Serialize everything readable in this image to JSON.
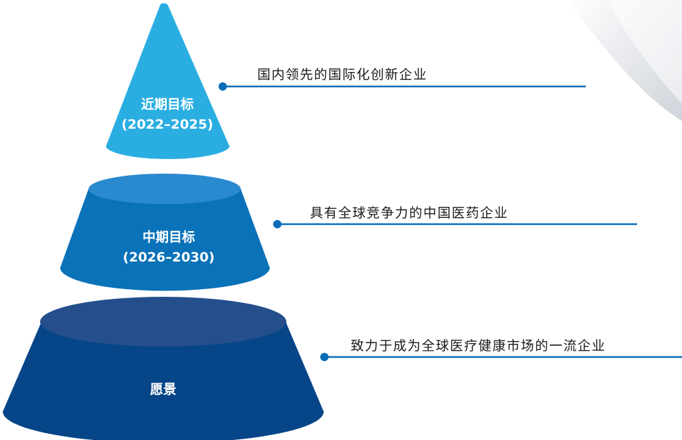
{
  "diagram": {
    "tiers": [
      {
        "title": "近期目标",
        "period": "(2022–2025)",
        "goal": "国内领先的国际化创新企业",
        "color": "#2aaee2",
        "top_color": "#2aaee2"
      },
      {
        "title": "中期目标",
        "period": "(2026–2030)",
        "goal": "具有全球竞争力的中国医药企业",
        "color": "#0a72b9",
        "top_color": "#2a8ad0"
      },
      {
        "title": "愿景",
        "period": "",
        "goal": "致力于成为全球医疗健康市场的一流企业",
        "color": "#064587",
        "top_color": "#244f8c"
      }
    ],
    "connector_color": "#0a6cb8"
  }
}
